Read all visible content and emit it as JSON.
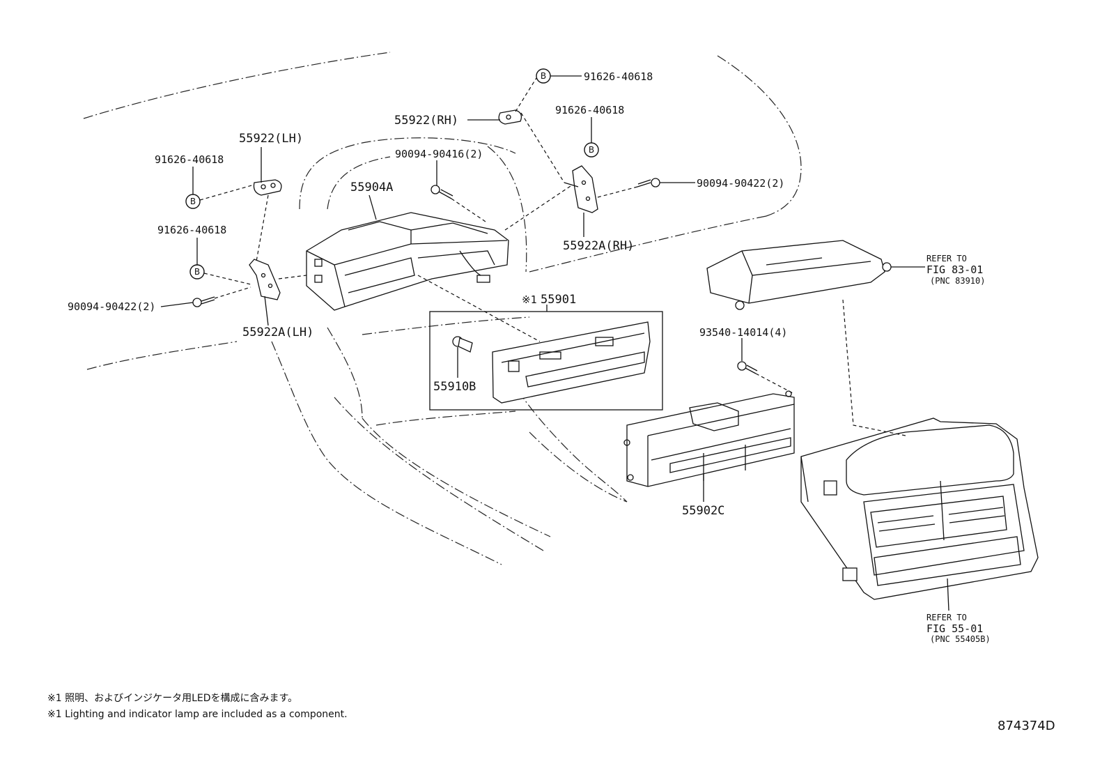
{
  "labels": {
    "p55922_lh": "55922(LH)",
    "p55922_rh": "55922(RH)",
    "p55922a_lh": "55922A(LH)",
    "p55922a_rh": "55922A(RH)",
    "p55904a": "55904A",
    "p55901": "55901",
    "p55901_prefix": "※1",
    "p55910b": "55910B",
    "p55902c": "55902C",
    "b_lh_upper": "91626-40618",
    "b_lh_lower": "91626-40618",
    "b_rh_upper": "91626-40618",
    "b_rh_lower": "91626-40618",
    "screw_lh": "90094-90422(2)",
    "screw_rh": "90094-90422(2)",
    "screw_top": "90094-90416(2)",
    "screw_ctrl": "93540-14014(4)",
    "b_marker": "B"
  },
  "refs": {
    "fig83": {
      "line1": "REFER TO",
      "line2": "FIG 83-01",
      "line3": "(PNC 83910)"
    },
    "fig55": {
      "line1": "REFER TO",
      "line2": "FIG 55-01",
      "line3": "(PNC 55405B)"
    }
  },
  "notes": {
    "jp": "※1 照明、およびインジケータ用LEDを構成に含みます。",
    "en": "※1 Lighting and indicator lamp are included as a component."
  },
  "figure_id": "874374D"
}
